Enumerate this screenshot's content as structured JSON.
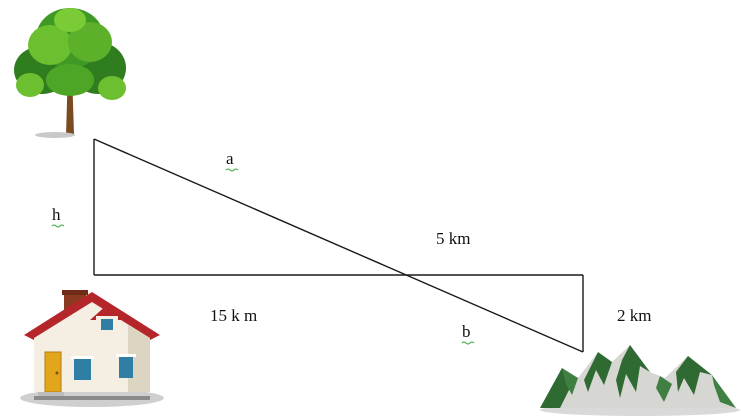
{
  "labels": {
    "a": "a",
    "h": "h",
    "b": "b",
    "horizontal_distance": "15 k m",
    "upper_segment": "5 km",
    "mountain_height": "2 km"
  },
  "icons": {
    "tree": "tree-icon",
    "house": "house-icon",
    "mountains": "mountains-icon"
  },
  "colors": {
    "line": "#1a1a1a",
    "squiggle": "#3aa83a",
    "leaf_dark": "#2f7d1f",
    "leaf_light": "#6cbf2e",
    "trunk": "#7a4a21",
    "roof": "#b5262b",
    "wall": "#f4efe2",
    "door": "#e3a51c",
    "window": "#2e7fa3",
    "mountain_dark": "#2f6a33",
    "mountain_light": "#d6d6d2"
  }
}
